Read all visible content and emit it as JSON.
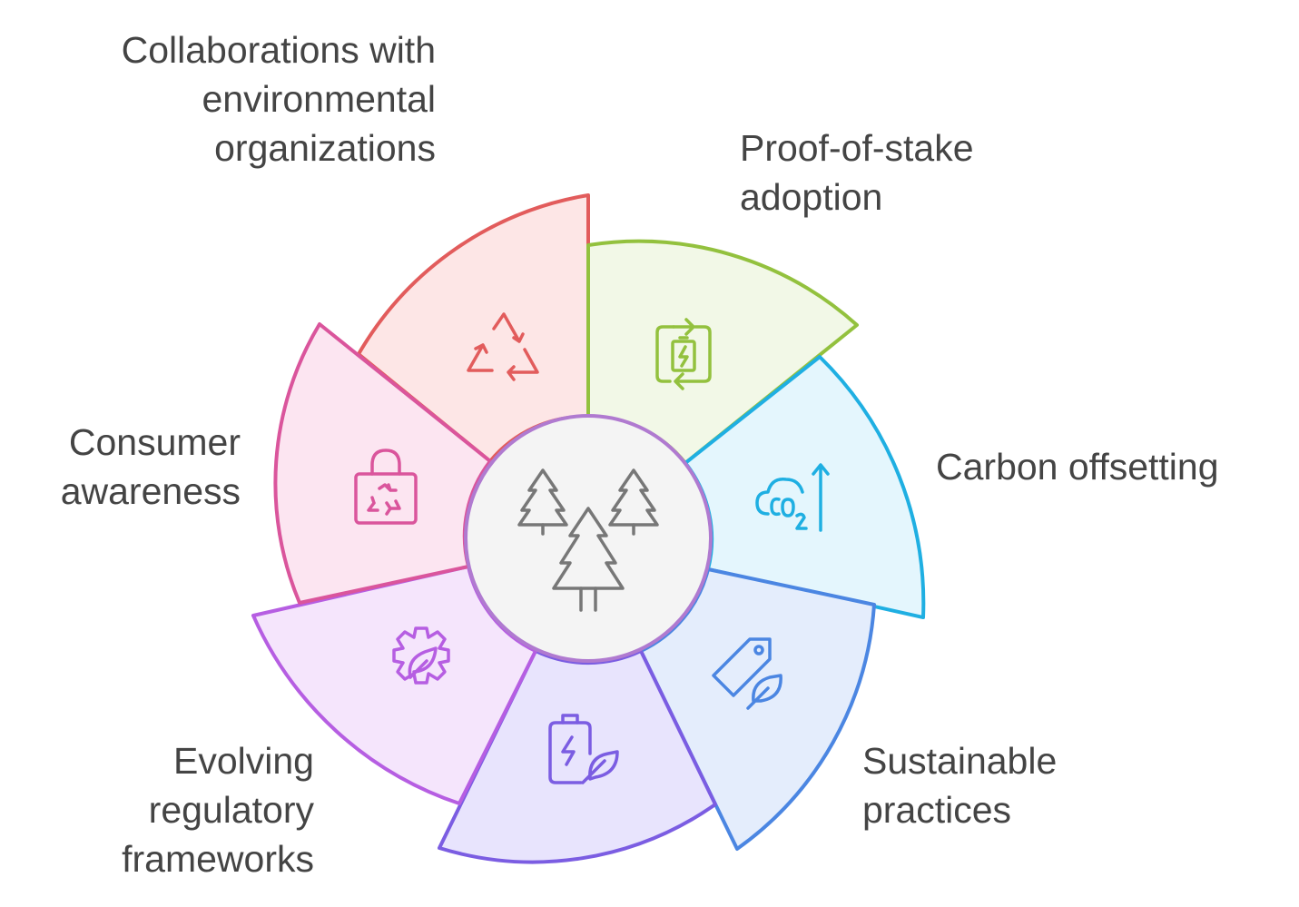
{
  "segments": [
    {
      "label": "Collaborations with environmental organizations",
      "icon": "recycle-icon",
      "stroke": "#e25c5c",
      "fill": "#fde6e6"
    },
    {
      "label": "Proof-of-stake adoption",
      "icon": "battery-cycle-icon",
      "stroke": "#93c13e",
      "fill": "#f2f8e7"
    },
    {
      "label": "Carbon offsetting",
      "icon": "co2-up-icon",
      "stroke": "#1fafe2",
      "fill": "#e4f6fd"
    },
    {
      "label": "Sustainable practices",
      "icon": "eco-tag-icon",
      "stroke": "#4b86e2",
      "fill": "#e4edfc"
    },
    {
      "label": "Evolving regulatory frameworks",
      "icon": "eco-battery-icon",
      "stroke": "#7b5de2",
      "fill": "#e8e4fd"
    },
    {
      "label": "",
      "icon": "eco-gear-icon",
      "stroke": "#b65ee2",
      "fill": "#f5e5fc"
    },
    {
      "label": "Consumer awareness",
      "icon": "recycle-bag-icon",
      "stroke": "#da559c",
      "fill": "#fce5f1"
    }
  ],
  "center": {
    "icon": "trees-icon",
    "fill": "#f4f4f4"
  }
}
